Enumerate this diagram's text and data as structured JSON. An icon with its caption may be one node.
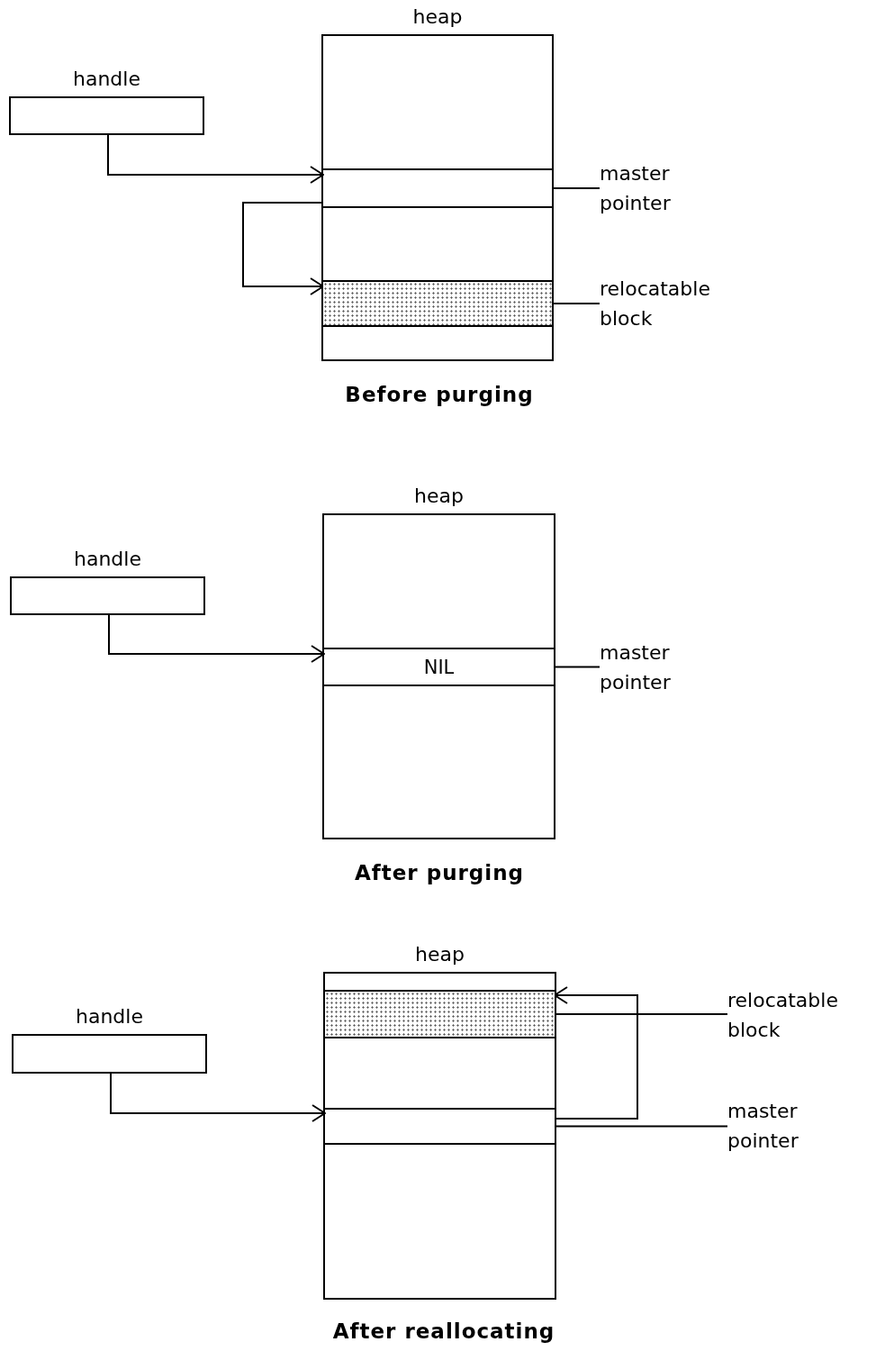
{
  "diagram": {
    "nodes": [
      {
        "text": [
          "heap"
        ]
      },
      {
        "text": [
          "handle"
        ]
      },
      {
        "text": [],
        "shape": "box",
        "in": 0
      },
      {
        "text": [],
        "shape": "box",
        "in": 0
      },
      {
        "text": [
          "master pointer"
        ]
      },
      {
        "text": [
          "relocatable block"
        ]
      },
      {
        "text": [
          "heap"
        ]
      },
      {
        "text": [
          "handle"
        ]
      },
      {
        "text": [
          "NIL"
        ],
        "in": 6
      },
      {
        "text": [
          "master pointer"
        ]
      },
      {
        "text": [
          "heap"
        ]
      },
      {
        "text": [
          "handle"
        ]
      },
      {
        "text": [],
        "shape": "box",
        "in": 10
      },
      {
        "text": [],
        "shape": "box",
        "in": 10
      },
      {
        "text": [
          "relocatable block"
        ]
      },
      {
        "text": [
          "master pointer"
        ]
      }
    ],
    "edges": [
      {
        "from": 1,
        "to": 2,
        "arrow": "to"
      },
      {
        "from": 2,
        "to": 3,
        "arrow": "to"
      },
      {
        "from": 4,
        "to": 2,
        "arrow": "none"
      },
      {
        "from": 5,
        "to": 3,
        "arrow": "none"
      },
      {
        "from": 7,
        "to": 8,
        "arrow": "to"
      },
      {
        "from": 9,
        "to": 8,
        "arrow": "none"
      },
      {
        "from": 11,
        "to": 13,
        "arrow": "to"
      },
      {
        "from": 13,
        "to": 12,
        "arrow": "to"
      },
      {
        "from": 14,
        "to": 12,
        "arrow": "none"
      },
      {
        "from": 15,
        "to": 13,
        "arrow": "none"
      }
    ],
    "labels": [
      "Before purging",
      "After purging",
      "After reallocating"
    ]
  }
}
